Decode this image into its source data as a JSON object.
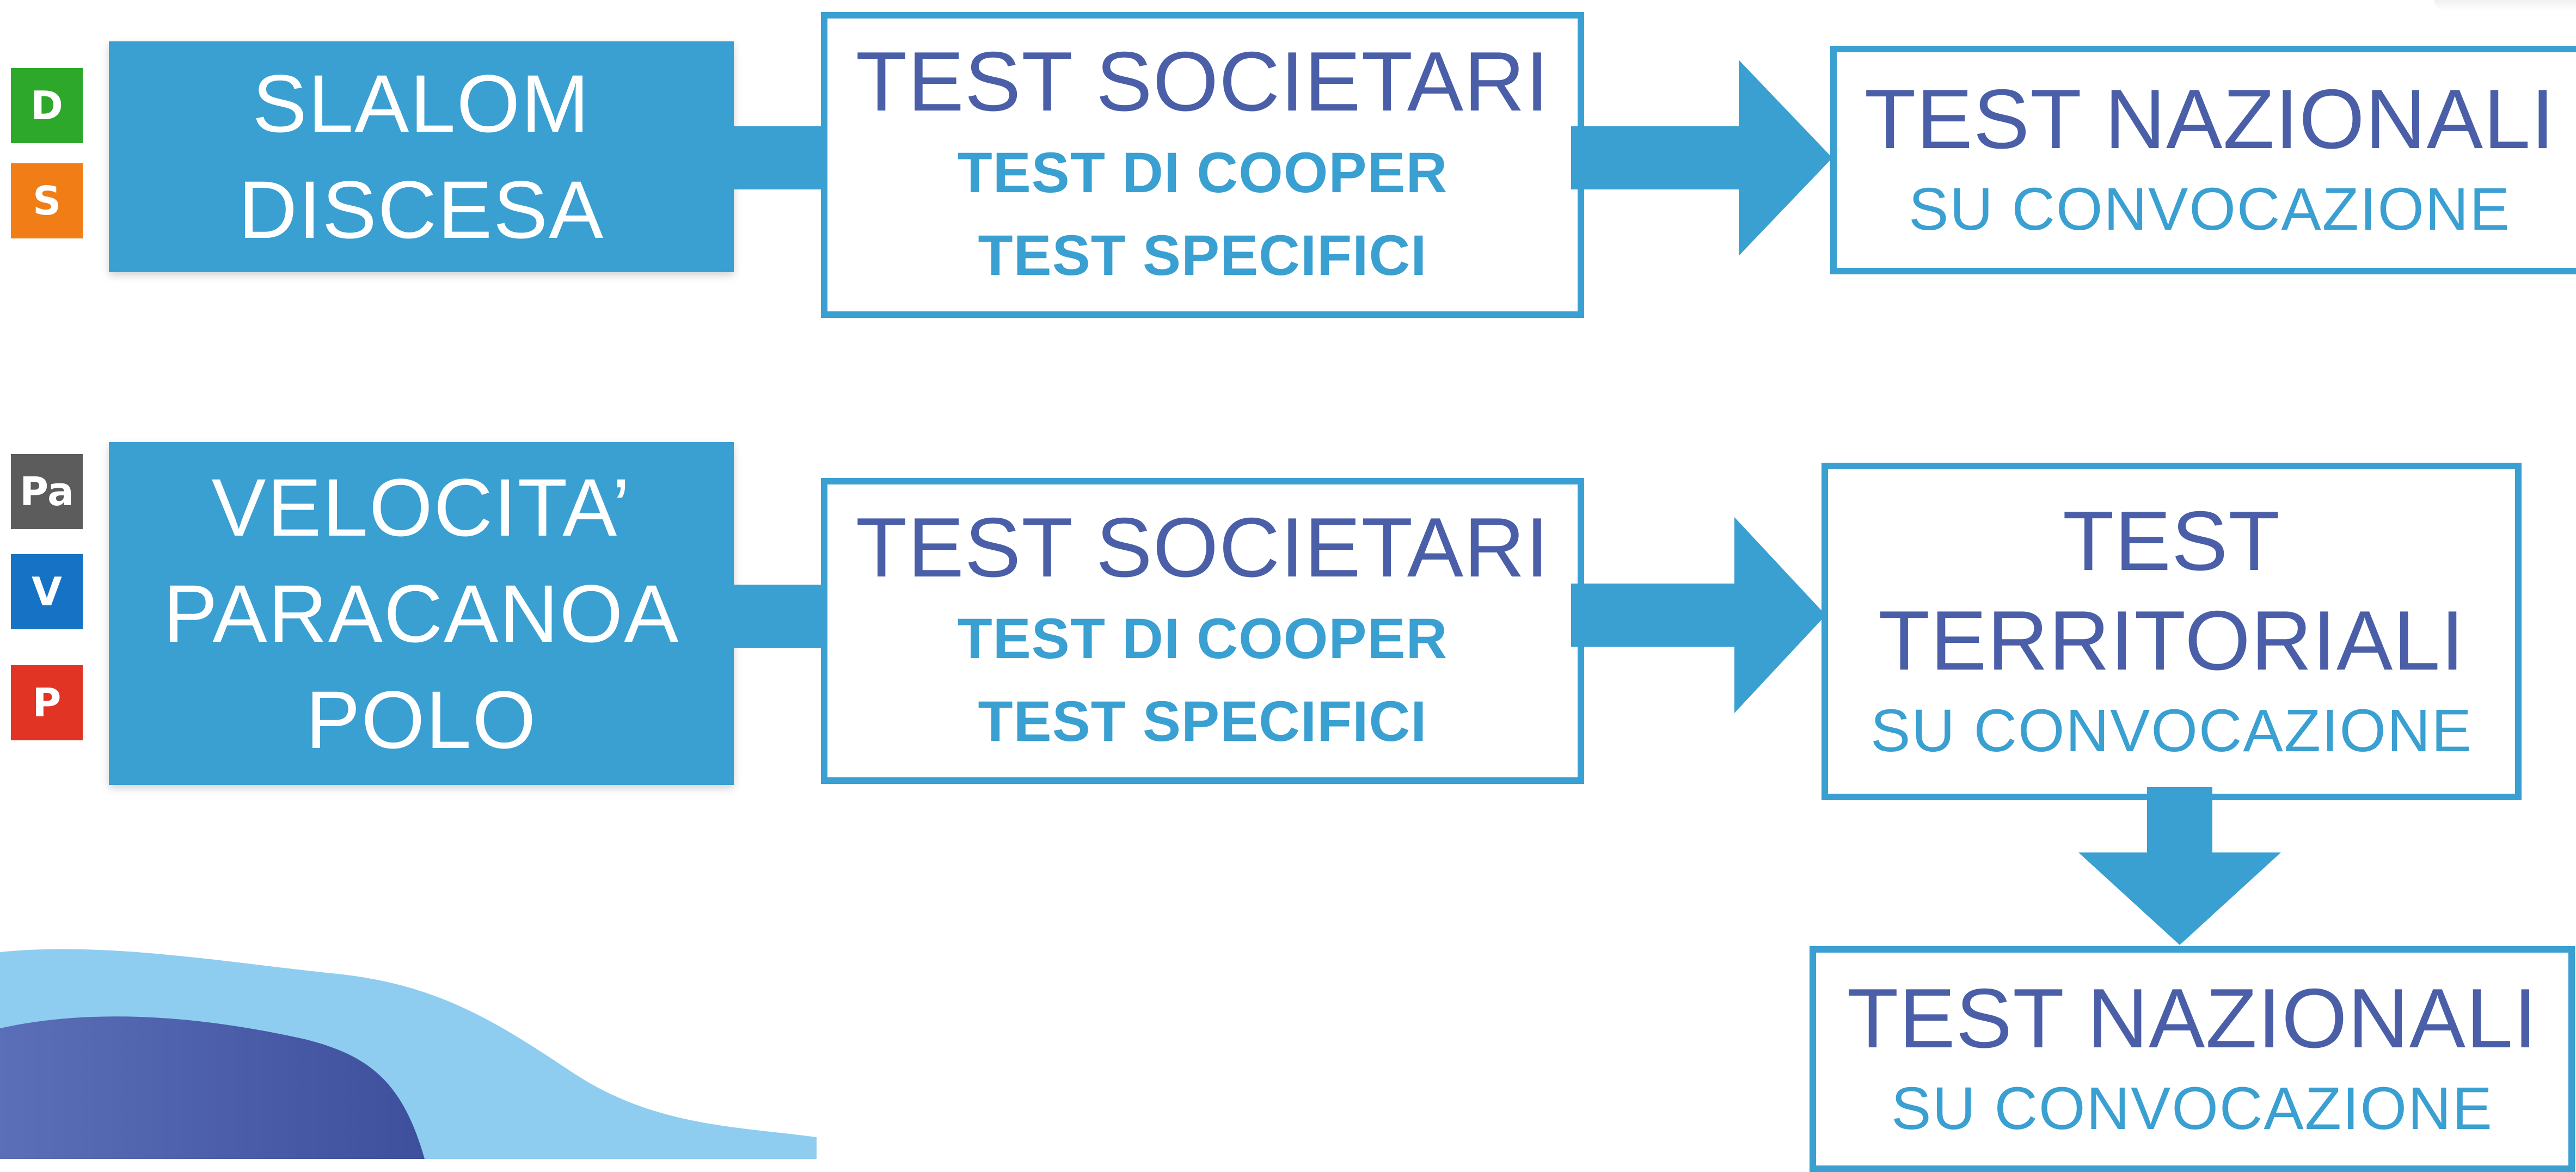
{
  "colors": {
    "accent": "#3a9fd1",
    "title_blue": "#4a5fa8",
    "tag_D": "#2ea82a",
    "tag_S": "#f07d15",
    "tag_Pa": "#5c5c5c",
    "tag_V": "#1672c4",
    "tag_P": "#e23424"
  },
  "row1": {
    "tags": [
      "D",
      "S"
    ],
    "discipline": [
      "SLALOM",
      "DISCESA"
    ],
    "societari": {
      "title": "TEST SOCIETARI",
      "line1": "TEST DI COOPER",
      "line2": "TEST SPECIFICI"
    },
    "nazionali": {
      "title": "TEST NAZIONALI",
      "sub": "SU CONVOCAZIONE"
    }
  },
  "row2": {
    "tags": [
      "Pa",
      "V",
      "P"
    ],
    "discipline": [
      "VELOCITA’",
      "PARACANOA",
      "POLO"
    ],
    "societari": {
      "title": "TEST SOCIETARI",
      "line1": "TEST DI COOPER",
      "line2": "TEST SPECIFICI"
    },
    "territoriali": {
      "title1": "TEST",
      "title2": "TERRITORIALI",
      "sub": "SU CONVOCAZIONE"
    },
    "nazionali": {
      "title": "TEST NAZIONALI",
      "sub": "SU CONVOCAZIONE"
    }
  }
}
